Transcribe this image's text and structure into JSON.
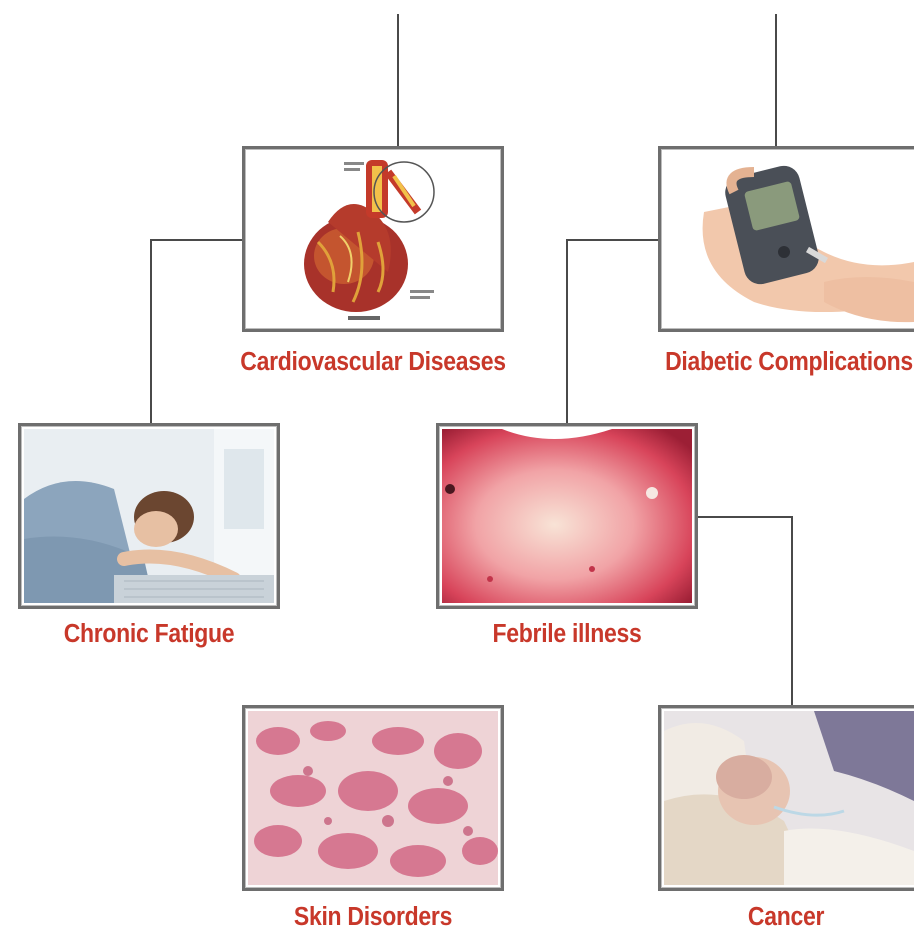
{
  "nodes": [
    {
      "id": "cardiovascular",
      "label": "Cardiovascular Diseases",
      "icon": "heart-attack-illustration-icon"
    },
    {
      "id": "diabetic",
      "label": "Diabetic Complications",
      "icon": "glucose-meter-photo-icon"
    },
    {
      "id": "fatigue",
      "label": "Chronic Fatigue",
      "icon": "sleeping-woman-photo-icon"
    },
    {
      "id": "febrile",
      "label": "Febrile illness",
      "icon": "skin-rash-photo-icon"
    },
    {
      "id": "skin",
      "label": "Skin Disorders",
      "icon": "skin-lesions-photo-icon"
    },
    {
      "id": "cancer",
      "label": "Cancer",
      "icon": "patient-in-bed-photo-icon"
    }
  ],
  "colors": {
    "caption": "#c8382a",
    "connector": "#4a4a4a",
    "frame": "#6e6e6e"
  }
}
